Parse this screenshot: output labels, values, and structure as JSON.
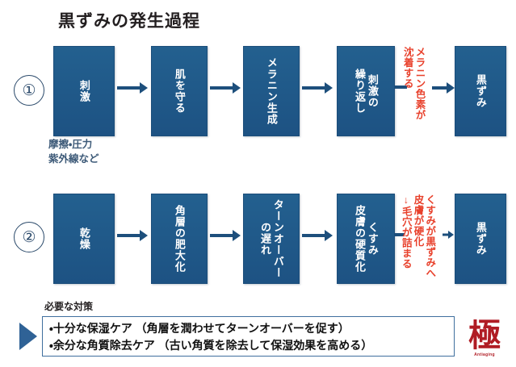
{
  "title": "黒ずみの発生過程",
  "rows": [
    {
      "step_number": "①",
      "boxes": [
        {
          "label": "刺激"
        },
        {
          "label": "肌を守る"
        },
        {
          "label": "メラニン生成"
        },
        {
          "label": "刺激の\n繰り返し"
        },
        {
          "label": "黒ずみ"
        }
      ],
      "annotation": "メラニン色素が\n沈着する",
      "annotation_color": "#e8412c",
      "caption": "摩擦・圧力\n紫外線など"
    },
    {
      "step_number": "②",
      "boxes": [
        {
          "label": "乾燥"
        },
        {
          "label": "角層の肥大化"
        },
        {
          "label": "ターンオーバー\nの遅れ"
        },
        {
          "label": "くすみ\n皮膚の硬質化"
        },
        {
          "label": "黒ずみ"
        }
      ],
      "annotation": "くすみが黒ずみへ\n皮膚が硬化\n↓毛穴が詰まる",
      "annotation_color": "#e8412c"
    }
  ],
  "measures": {
    "label": "必要な対策",
    "lines": [
      "・十分な保湿ケア （角層を潤わせてターンオーバーを促す）",
      "・余分な角質除去ケア （古い角質を除去して保湿効果を高める）"
    ]
  },
  "logo": {
    "glyph": "極",
    "brand": "Antiaging",
    "color": "#b01c24"
  },
  "theme": {
    "box_fill": "#215c8f",
    "arrow_color": "#1d4f7c",
    "caption_color": "#3d5a78",
    "title_color": "#231f20"
  }
}
